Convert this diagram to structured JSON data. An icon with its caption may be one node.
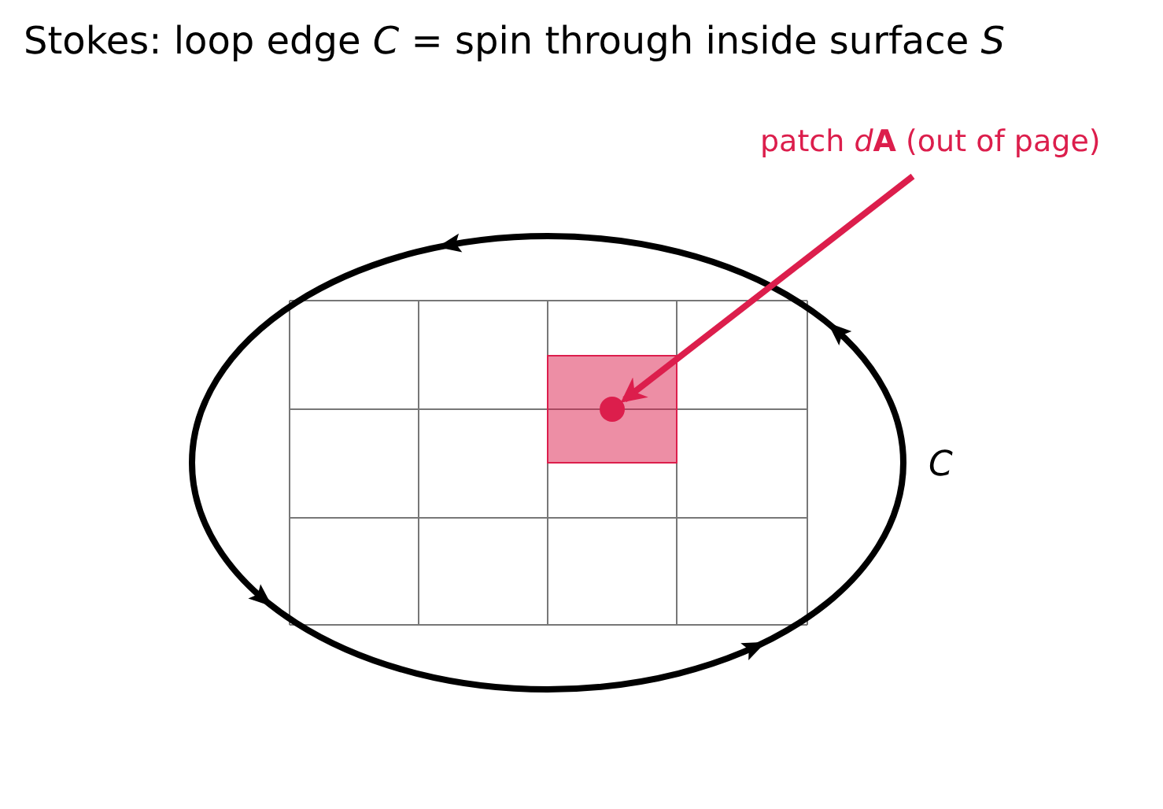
{
  "diagram": {
    "title": "Stokes: loop edge *C* = spin through inside surface *S*",
    "nodes": [
      {
        "text": [
          "patch *d*⁠**A** (out of page)"
        ]
      },
      {
        "text": [],
        "shape": "circle"
      }
    ],
    "edges": [
      {
        "from": 0,
        "to": 1,
        "arrow": "to"
      }
    ],
    "labels": [
      "C"
    ]
  }
}
